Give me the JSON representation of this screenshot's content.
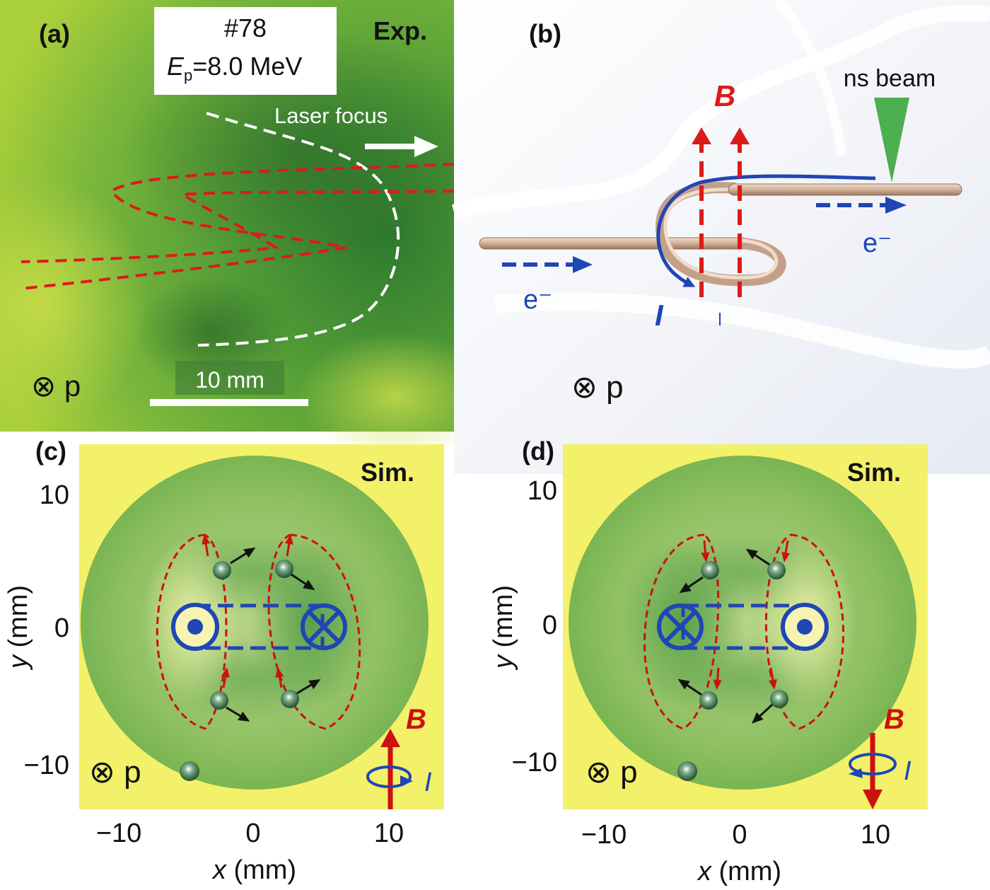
{
  "panel_a": {
    "label": "(a)",
    "shot": "#78",
    "energy_symbol": "E",
    "energy_subscript": "p",
    "energy_value": "=8.0  MeV",
    "tag": "Exp.",
    "laser_focus": "Laser focus",
    "scale": "10 mm",
    "beam_dir": "⊗ p"
  },
  "panel_b": {
    "label": "(b)",
    "field": "B",
    "beam": "ns  beam",
    "electron_left": "e⁻",
    "electron_right": "e⁻",
    "current": "I",
    "beam_dir": "⊗ p"
  },
  "panel_c": {
    "label": "(c)",
    "tag": "Sim.",
    "xlabel_var": "x",
    "xlabel_unit": " (mm)",
    "ylabel_var": "y",
    "ylabel_unit": " (mm)",
    "xticks": [
      "−10",
      "0",
      "10"
    ],
    "yticks": [
      "10",
      "0",
      "−10"
    ],
    "field": "B",
    "current": "I",
    "beam_dir": "⊗ p"
  },
  "panel_d": {
    "label": "(d)",
    "tag": "Sim.",
    "xlabel_var": "x",
    "xlabel_unit": " (mm)",
    "ylabel_var": "y",
    "ylabel_unit": " (mm)",
    "xticks": [
      "−10",
      "0",
      "10"
    ],
    "yticks": [
      "10",
      "0",
      "−10"
    ],
    "field": "B",
    "current": "I",
    "beam_dir": "⊗ p"
  },
  "colors": {
    "field_red": "#cc1111",
    "current_blue": "#1e46b4",
    "film_green": "#5aa23c",
    "sim_yellow": "#f3f06a",
    "wire": "#d9b9a0"
  }
}
